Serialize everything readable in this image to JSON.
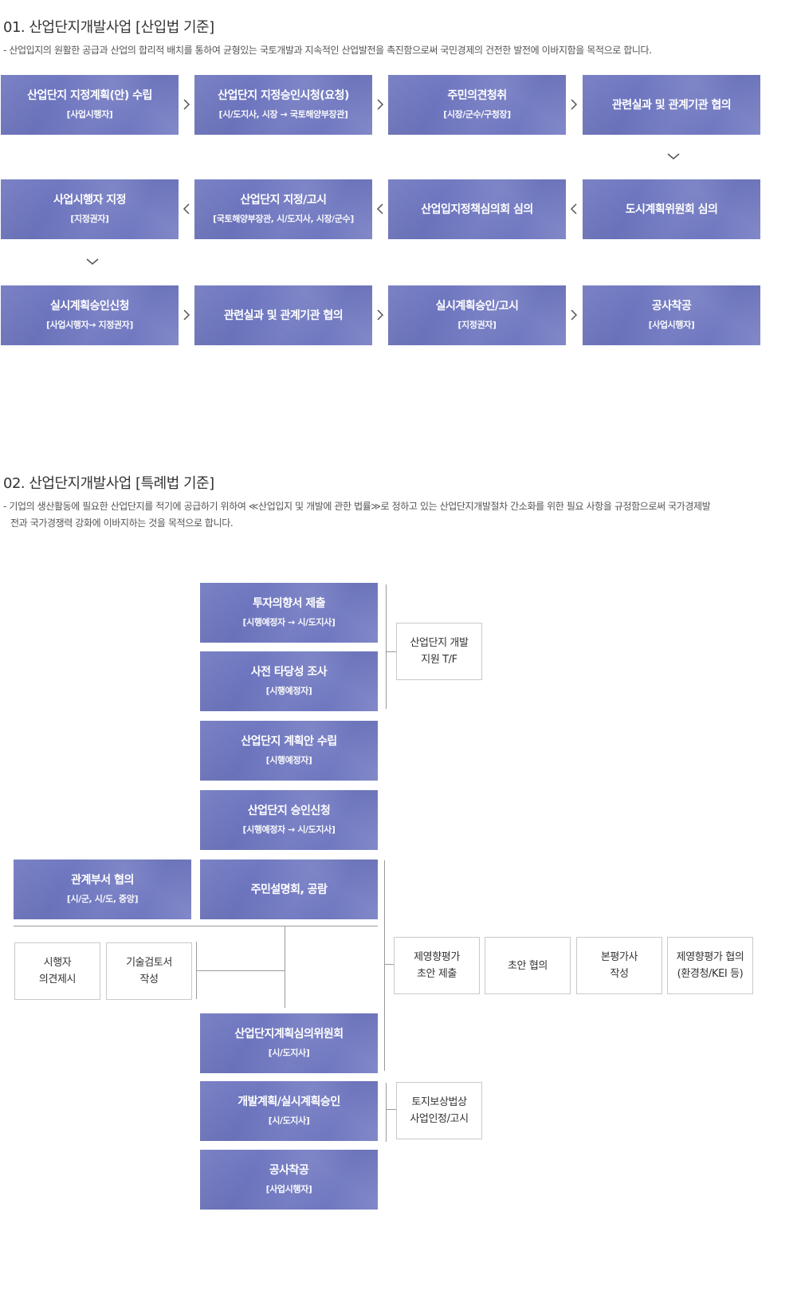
{
  "section1": {
    "title": "01. 산업단지개발사업 [산입법 기준]",
    "desc": "- 산업입지의 원활한 공급과 산업의 합리적 배치를 통하여 균형있는 국토개발과 지속적인 산업발전을 촉진함으로써 국민경제의 건전한 발전에 이바지함을 목적으로 합니다.",
    "steps": [
      {
        "title": "산업단지 지정계획(안) 수립",
        "sub": "[사업시행자]"
      },
      {
        "title": "산업단지 지정승인시청(요청)",
        "sub": "[시/도지사, 시장 → 국토해양부장관]"
      },
      {
        "title": "주민의견청취",
        "sub": "[시장/군수/구청장]"
      },
      {
        "title": "관련실과 및 관계기관 협의",
        "sub": ""
      },
      {
        "title": "사업시행자 지정",
        "sub": "[지정권자]"
      },
      {
        "title": "산업단지 지정/고시",
        "sub": "[국토해양부장관, 시/도지사, 시장/군수]"
      },
      {
        "title": "산업입지정책심의회 심의",
        "sub": ""
      },
      {
        "title": "도시계획위원회 심의",
        "sub": ""
      },
      {
        "title": "실시계획승인신청",
        "sub": "[사업시행자→ 지정권자]"
      },
      {
        "title": "관련실과 및 관계기관 협의",
        "sub": ""
      },
      {
        "title": "실시계획승인/고시",
        "sub": "[지정권자]"
      },
      {
        "title": "공사착공",
        "sub": "[사업시행자]"
      }
    ]
  },
  "section2": {
    "title": "02. 산업단지개발사업 [특례법 기준]",
    "desc_line1": "- 기업의 생산활동에 필요한 산업단지를 적기에 공급하기 위하여 ≪산업입지 및 개발에 관한 법률≫로 정하고 있는 산업단지개발절차 간소화를 위한 필요 사항을 규정함으로써 국가경제발",
    "desc_line2": "전과 국가경쟁력 강화에 이바지하는 것을 목적으로 합니다.",
    "main_steps": [
      {
        "title": "투자의향서 제출",
        "sub": "[시행예정자 → 시/도지사]"
      },
      {
        "title": "사전 타당성 조사",
        "sub": "[시행예정자]"
      },
      {
        "title": "산업단지 계획안 수립",
        "sub": "[시행예정자]"
      },
      {
        "title": "산업단지 승인신청",
        "sub": "[시행예정자 → 시/도지사]"
      },
      {
        "title": "주민설명회, 공람",
        "sub": ""
      },
      {
        "title": "산업단지계획심의위원회",
        "sub": "[시/도지사]"
      },
      {
        "title": "개발계획/실시계획승인",
        "sub": "[시/도지사]"
      },
      {
        "title": "공사착공",
        "sub": "[사업시행자]"
      }
    ],
    "consult": {
      "title": "관계부서 협의",
      "sub": "[시/군, 시/도, 중앙]"
    },
    "tf": {
      "line1": "산업단지 개발",
      "line2": "지원 T/F"
    },
    "opinion": {
      "line1": "시행자",
      "line2": "의견제시"
    },
    "tech": {
      "line1": "기술검토서",
      "line2": "작성"
    },
    "env": [
      {
        "line1": "제영향평가",
        "line2": "초안 제출"
      },
      {
        "line1": "초안 협의",
        "line2": ""
      },
      {
        "line1": "본평가사",
        "line2": "작성"
      },
      {
        "line1": "제영향평가 협의",
        "line2": "(환경청/KEI 등)"
      }
    ],
    "land": {
      "line1": "토지보상법상",
      "line2": "사업인정/고시"
    }
  },
  "colors": {
    "box": "#6d75bf",
    "line": "#9a9a9a",
    "arrow": "#555555"
  }
}
